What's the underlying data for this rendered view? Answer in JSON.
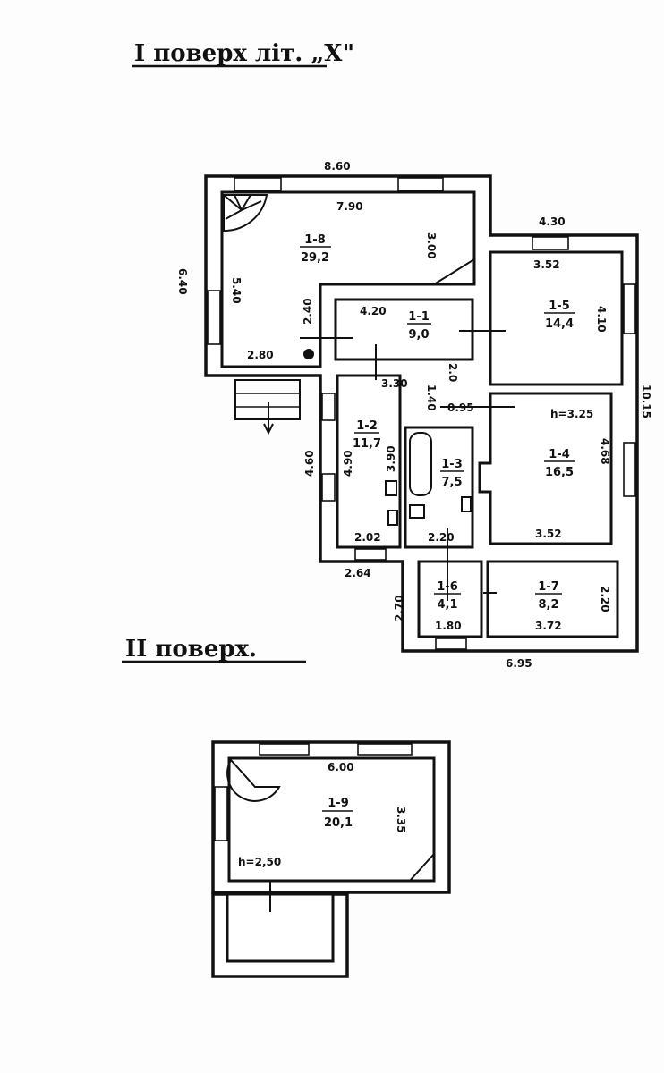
{
  "titles": {
    "floor1": "I поверх літ. „Х\"",
    "floor2": "II поверх."
  },
  "rooms": {
    "r1_8": {
      "number": "1-8",
      "area": "29,2"
    },
    "r1_1": {
      "number": "1-1",
      "area": "9,0"
    },
    "r1_5": {
      "number": "1-5",
      "area": "14,4"
    },
    "r1_2": {
      "number": "1-2",
      "area": "11,7"
    },
    "r1_3": {
      "number": "1-3",
      "area": "7,5"
    },
    "r1_4": {
      "number": "1-4",
      "area": "16,5"
    },
    "r1_6": {
      "number": "1-6",
      "area": "4,1"
    },
    "r1_7": {
      "number": "1-7",
      "area": "8,2"
    },
    "r1_9": {
      "number": "1-9",
      "area": "20,1"
    }
  },
  "dims": {
    "d860": "8.60",
    "d790": "7.90",
    "d640": "6.40",
    "d540": "5.40",
    "d240": "2.40",
    "d420": "4.20",
    "d280": "2.80",
    "d300": "3.00",
    "d430": "4.30",
    "d352a": "3.52",
    "d410": "4.10",
    "d1015": "10.15",
    "d330": "3.30",
    "d20": "2.0",
    "d140": "1.40",
    "d095": "0.95",
    "h325": "h=3.25",
    "d468": "4.68",
    "d352b": "3.52",
    "d460": "4.60",
    "d490": "4.90",
    "d390": "3.90",
    "d202": "2.02",
    "d220a": "2.20",
    "d264": "2.64",
    "d270": "2.70",
    "d180": "1.80",
    "d372": "3.72",
    "d220b": "2.20",
    "d695": "6.95",
    "d600": "6.00",
    "d335": "3.35",
    "h250": "h=2,50"
  }
}
